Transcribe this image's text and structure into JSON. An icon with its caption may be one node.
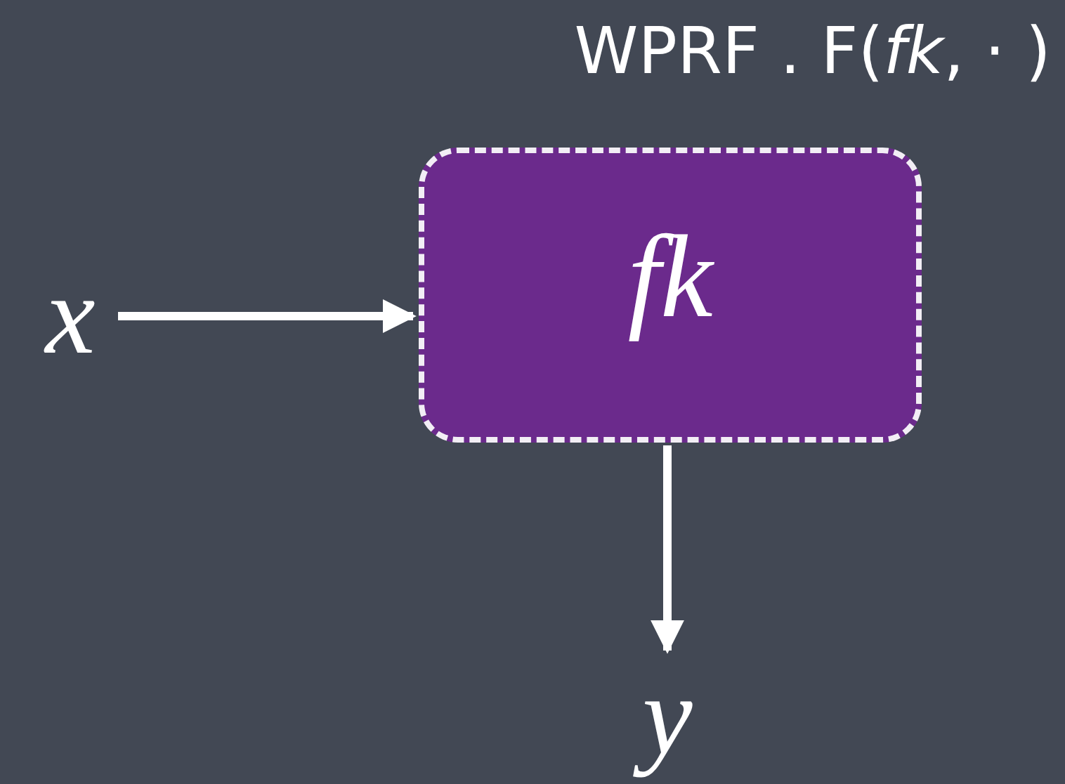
{
  "diagram": {
    "nodes": [
      {
        "text": [
          "WPRF . F(*fk*, · )",
          "fk"
        ]
      },
      {
        "text": [
          "x"
        ]
      },
      {
        "text": [
          "y"
        ]
      }
    ],
    "edges": [
      {
        "from": 1,
        "to": 0,
        "arrow": "to"
      },
      {
        "from": 0,
        "to": 2,
        "arrow": "to"
      }
    ]
  }
}
